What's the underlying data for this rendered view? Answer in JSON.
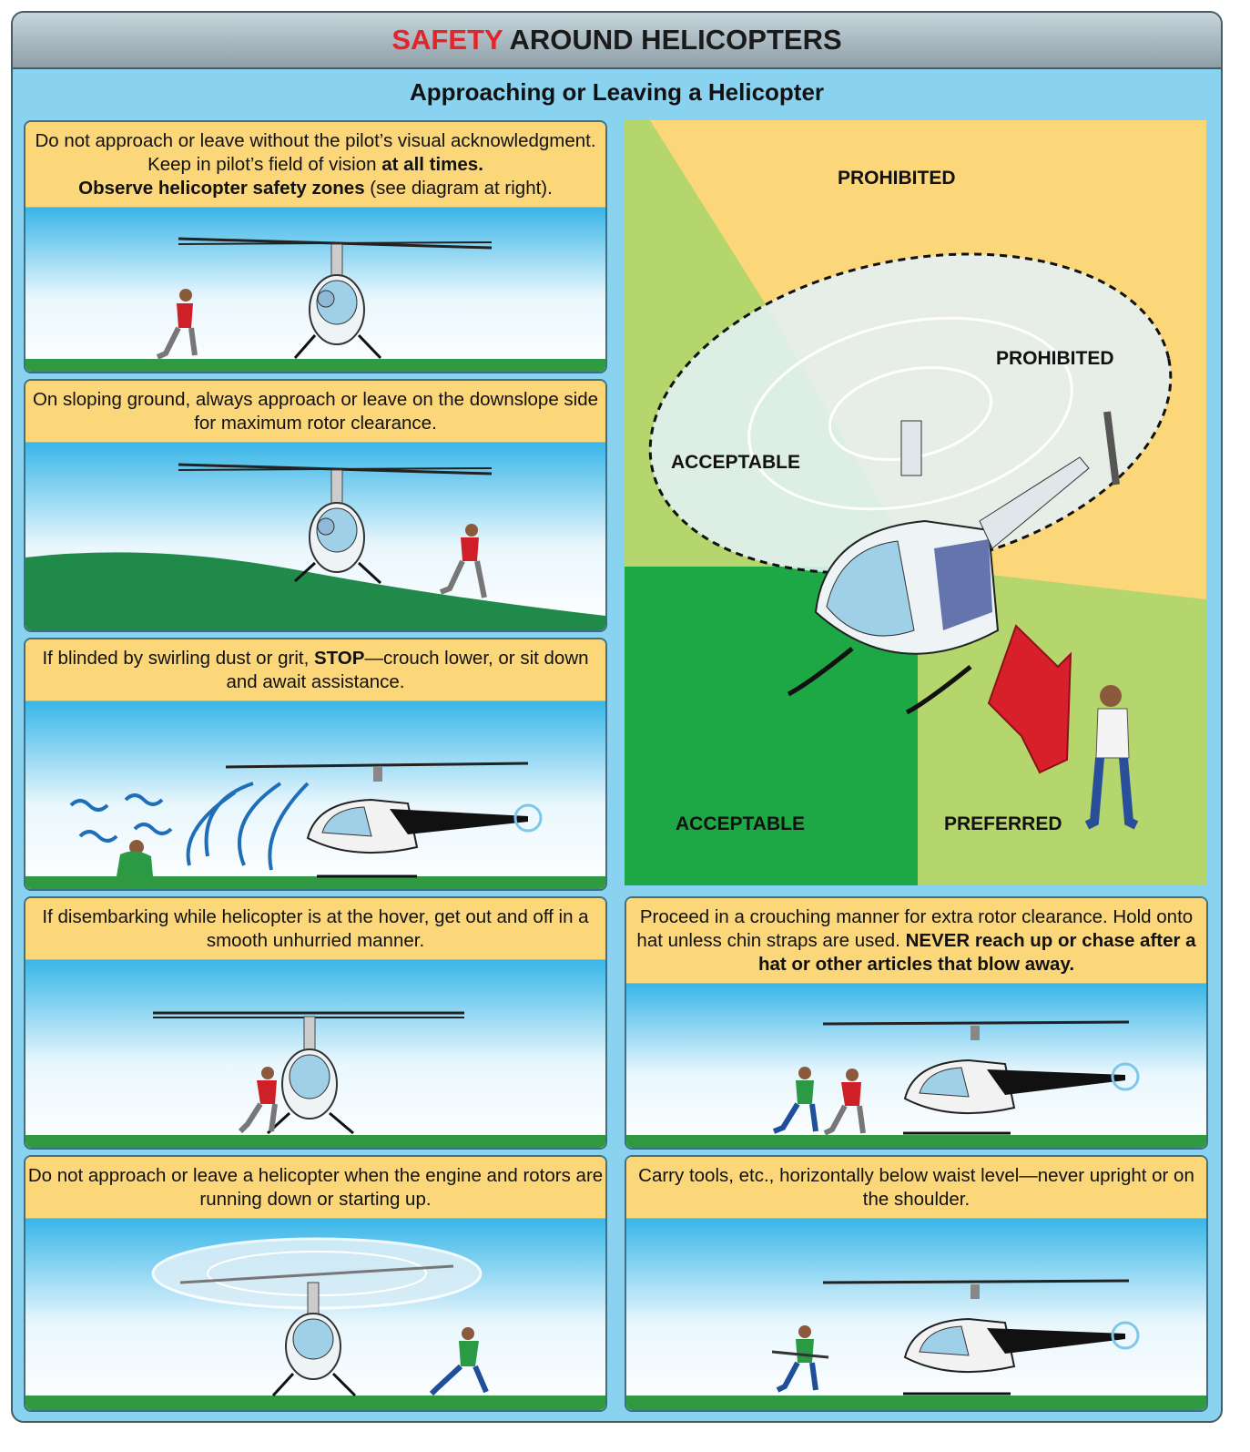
{
  "title": {
    "highlight": "SAFETY",
    "rest": " AROUND HELICOPTERS"
  },
  "subtitle": "Approaching or Leaving a Helicopter",
  "panels": [
    {
      "t1": "Do not approach or leave without the pilot’s visual acknowledgment. Keep in pilot’s field of vision ",
      "b1": "at all times.",
      "b2": "Observe helicopter safety zones",
      "t2": " (see diagram at right)."
    },
    {
      "t1": "On sloping ground, always approach or leave on the downslope side for maximum rotor clearance."
    },
    {
      "t1": "If blinded by swirling dust or grit, ",
      "b1": "STOP",
      "t2": "—crouch lower, or sit down and await assistance."
    },
    {
      "t1": "If disembarking while helicopter is at the hover, get out and off in a smooth unhurried manner."
    },
    {
      "t1": "Do not approach or leave a helicopter when the engine and rotors are running down or starting up."
    },
    {
      "t1": "Proceed in a crouching manner for extra rotor clearance. Hold onto hat unless chin straps are used. ",
      "b1": "NEVER reach up or chase after a hat or other articles that blow away."
    },
    {
      "t1": "Carry tools, etc., horizontally below waist level—never upright or on the shoulder."
    }
  ],
  "zones": {
    "prohibited_top": "PROHIBITED",
    "prohibited_mid": "PROHIBITED",
    "acceptable_mid": "ACCEPTABLE",
    "acceptable_bottom": "ACCEPTABLE",
    "preferred": "PREFERRED"
  },
  "colors": {
    "frame": "#8ad3f0",
    "caption": "#fcd779",
    "title_red": "#e3242b",
    "grass": "#2f9a41",
    "zone_yellow": "#fcd779",
    "zone_light_green": "#b5d66c",
    "zone_green": "#1ea845",
    "arrow": "#d8202a"
  }
}
